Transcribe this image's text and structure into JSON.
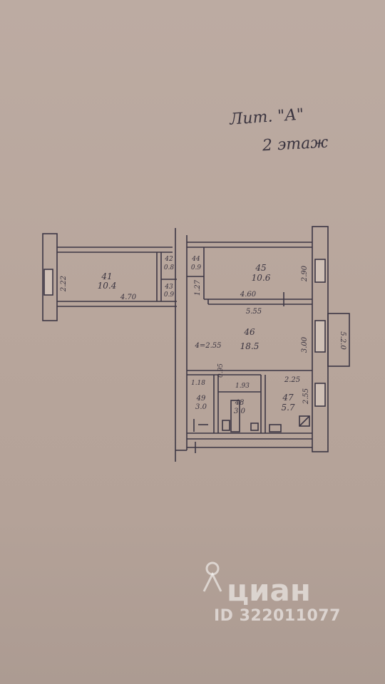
{
  "header": {
    "line1": "Лит. \"А\"",
    "line2": "2 этаж"
  },
  "rooms": [
    {
      "id": "41",
      "area": "10.4"
    },
    {
      "id": "42",
      "area": "0.8"
    },
    {
      "id": "43",
      "area": "0.9"
    },
    {
      "id": "44",
      "area": "0.9"
    },
    {
      "id": "45",
      "area": "10.6"
    },
    {
      "id": "46",
      "area": "18.5"
    },
    {
      "id": "47",
      "area": "5.7"
    },
    {
      "id": "48",
      "area": "3.0"
    },
    {
      "id": "49",
      "area": "3.0"
    }
  ],
  "dimensions": {
    "d_2_22": "2.22",
    "d_4_70": "4.70",
    "d_1_27": "1.27",
    "d_2_90": "2.90",
    "d_4_60": "4.60",
    "d_5_55": "5.55",
    "d_4_2_55": "4=2.55",
    "d_3_00": "3.00",
    "d_5_2_0": "5.2.0",
    "d_1_18": "1.18",
    "d_0_95": "0.95",
    "d_1_93": "1.93",
    "d_2_25": "2.25",
    "d_2_55": "2.55"
  },
  "watermark": {
    "brand": "циан",
    "id_text": "ID 322011077"
  }
}
